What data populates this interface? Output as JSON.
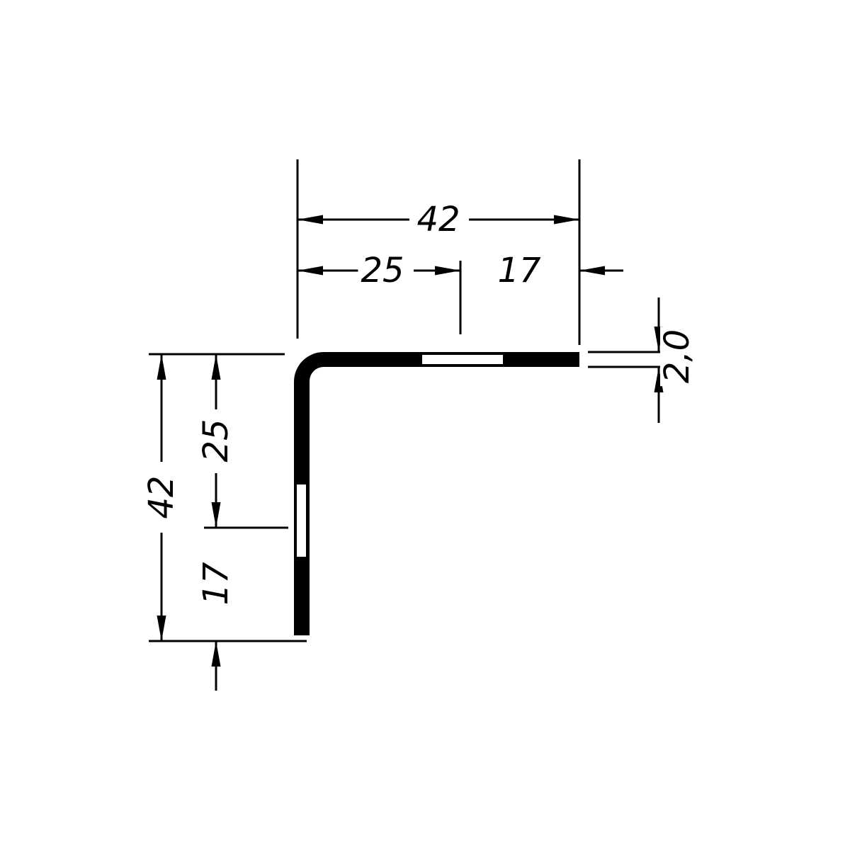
{
  "drawing": {
    "background_color": "#ffffff",
    "line_color": "#000000",
    "dimensions": {
      "top_width": "42",
      "top_left_segment": "25",
      "top_right_segment": "17",
      "left_height": "42",
      "left_upper_segment": "25",
      "left_lower_segment": "17",
      "thickness": "2,0"
    }
  }
}
